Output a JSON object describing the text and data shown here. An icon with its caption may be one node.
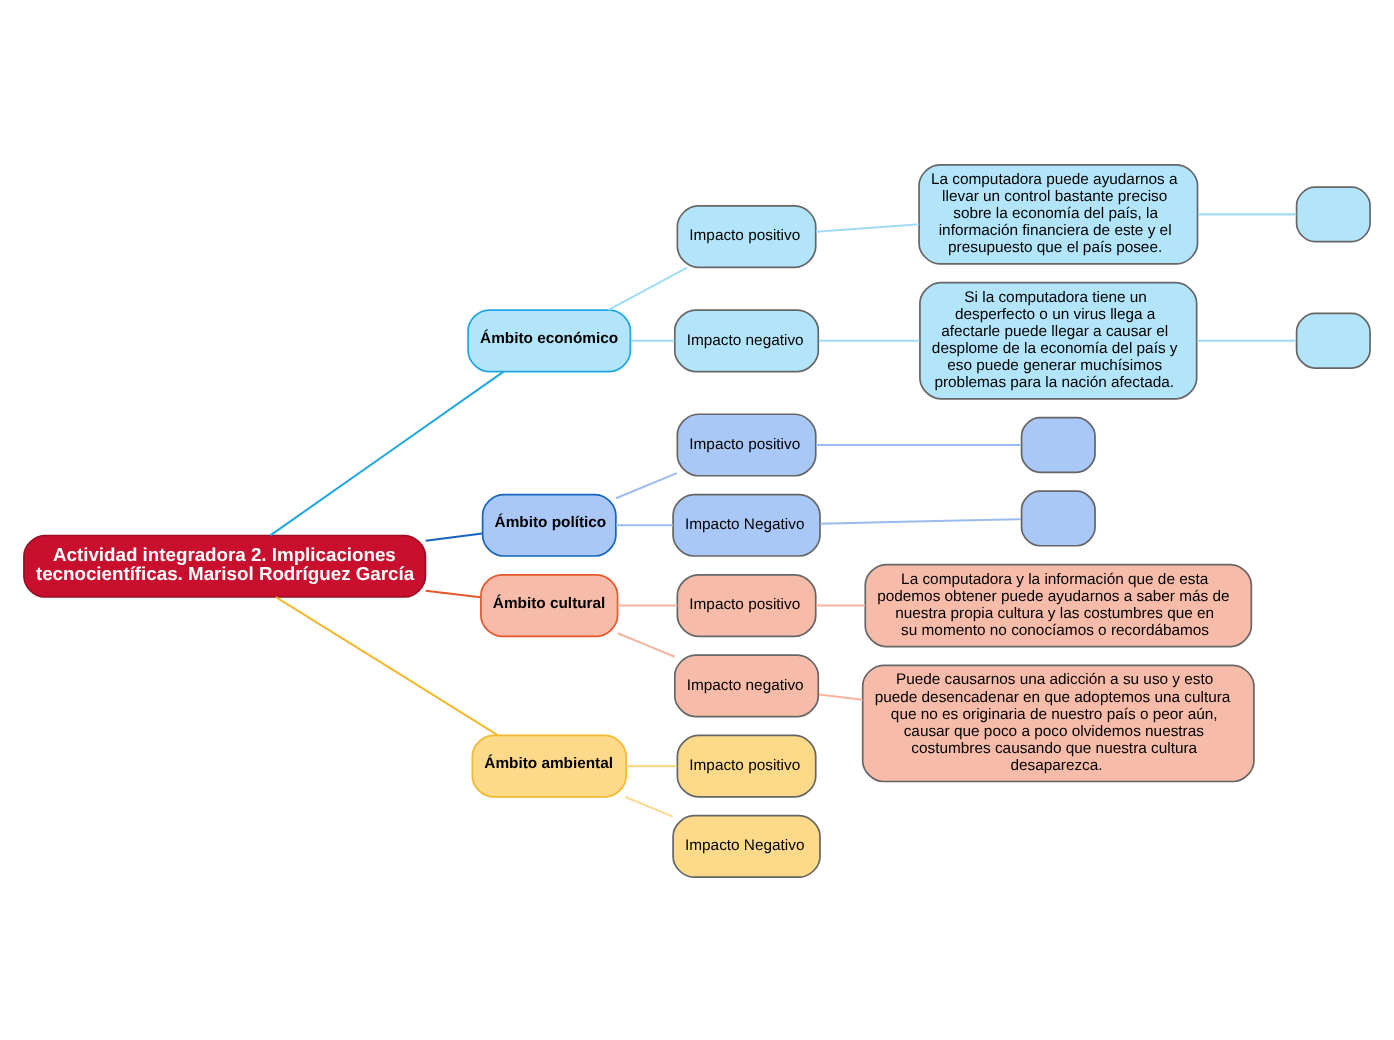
{
  "diagram": {
    "nodes": [
      {
        "text": [
          "Actividad integradora 2. Implicaciones tecnocientíficas. Marisol Rodríguez García"
        ]
      },
      {
        "text": [
          "Ámbito económico"
        ]
      },
      {
        "text": [
          "Impacto positivo"
        ]
      },
      {
        "text": [
          "La computadora puede ayudarnos a llevar un control bastante preciso sobre la economía del país, la información financiera de este y el presupuesto que el país posee."
        ]
      },
      {
        "text": [],
        "shape": "box"
      },
      {
        "text": [
          "Impacto negativo"
        ]
      },
      {
        "text": [
          "Si la computadora tiene un desperfecto o un virus llega a afectarle puede llegar a causar el desplome de la economía del país y eso puede generar muchísimos problemas para la nación afectada."
        ]
      },
      {
        "text": [],
        "shape": "box"
      },
      {
        "text": [
          "Ámbito político"
        ]
      },
      {
        "text": [
          "Impacto positivo"
        ]
      },
      {
        "text": [],
        "shape": "box"
      },
      {
        "text": [
          "Impacto Negativo"
        ]
      },
      {
        "text": [],
        "shape": "box"
      },
      {
        "text": [
          "Ámbito cultural"
        ]
      },
      {
        "text": [
          "Impacto positivo"
        ]
      },
      {
        "text": [
          "La computadora y la información que de esta podemos obtener puede ayudarnos a saber más de nuestra propia cultura y las costumbres que en su momento no conocíamos o recordábamos"
        ]
      },
      {
        "text": [
          "Impacto negativo"
        ]
      },
      {
        "text": [
          "Puede causarnos una adicción a su uso y esto puede desencadenar en que adoptemos una cultura que no es originaria de nuestro país o peor aún, causar que poco a poco olvidemos nuestras costumbres causando que nuestra cultura desaparezca."
        ]
      },
      {
        "text": [
          "Ámbito ambiental"
        ]
      },
      {
        "text": [
          "Impacto positivo"
        ]
      },
      {
        "text": [
          "Impacto Negativo"
        ]
      }
    ],
    "edges": [
      {
        "from": 0,
        "to": 1,
        "arrow": "none",
        "color": "#1ea7e4"
      },
      {
        "from": 1,
        "to": 2,
        "arrow": "none",
        "color": "#9fdcf5"
      },
      {
        "from": 2,
        "to": 3,
        "arrow": "none",
        "color": "#9fdcf5"
      },
      {
        "from": 3,
        "to": 4,
        "arrow": "none",
        "color": "#9fdcf5"
      },
      {
        "from": 1,
        "to": 5,
        "arrow": "none",
        "color": "#9fdcf5"
      },
      {
        "from": 5,
        "to": 6,
        "arrow": "none",
        "color": "#9fdcf5"
      },
      {
        "from": 6,
        "to": 7,
        "arrow": "none",
        "color": "#9fdcf5"
      },
      {
        "from": 0,
        "to": 8,
        "arrow": "none",
        "color": "#1565c0"
      },
      {
        "from": 8,
        "to": 9,
        "arrow": "none",
        "color": "#9bbcec"
      },
      {
        "from": 9,
        "to": 10,
        "arrow": "none",
        "color": "#9bbcec"
      },
      {
        "from": 8,
        "to": 11,
        "arrow": "none",
        "color": "#9bbcec"
      },
      {
        "from": 11,
        "to": 12,
        "arrow": "none",
        "color": "#9bbcec"
      },
      {
        "from": 0,
        "to": 13,
        "arrow": "none",
        "color": "#e8562a"
      },
      {
        "from": 13,
        "to": 14,
        "arrow": "none",
        "color": "#f5b3a0"
      },
      {
        "from": 14,
        "to": 15,
        "arrow": "none",
        "color": "#f5b3a0"
      },
      {
        "from": 13,
        "to": 16,
        "arrow": "none",
        "color": "#f5b3a0"
      },
      {
        "from": 16,
        "to": 17,
        "arrow": "none",
        "color": "#f5b3a0"
      },
      {
        "from": 0,
        "to": 18,
        "arrow": "none",
        "color": "#f5b82e"
      },
      {
        "from": 18,
        "to": 19,
        "arrow": "none",
        "color": "#fbd98a"
      },
      {
        "from": 18,
        "to": 20,
        "arrow": "none",
        "color": "#fbd98a"
      }
    ]
  }
}
